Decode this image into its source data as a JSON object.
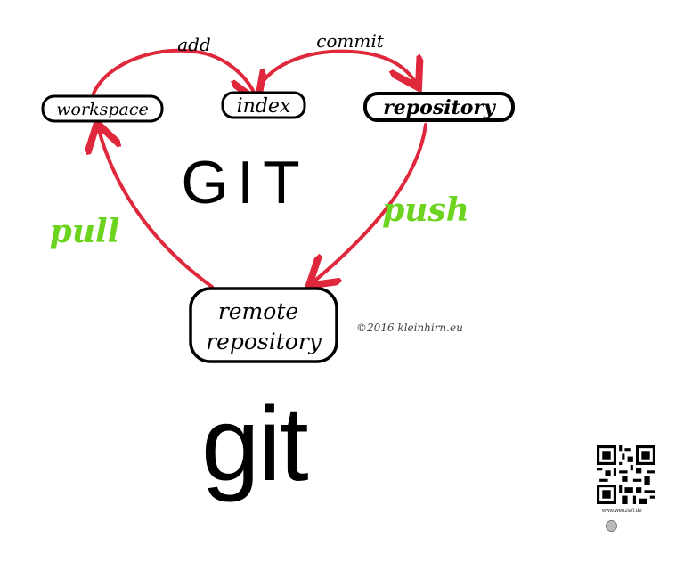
{
  "diagram": {
    "nodes": {
      "workspace": "workspace",
      "index": "index",
      "repository": "repository",
      "remote_line1": "remote",
      "remote_line2": "repository"
    },
    "edges": {
      "add": "add",
      "commit": "commit",
      "push": "push",
      "pull": "pull"
    },
    "center_label": "GIT",
    "copyright": "©2016 kleinhirn.eu"
  },
  "title": "git",
  "qr": {
    "url": "www.wenzlaff.de"
  },
  "colors": {
    "arrow": "#e0283c",
    "push_pull_text": "#6cd31e",
    "ink": "#000000"
  }
}
